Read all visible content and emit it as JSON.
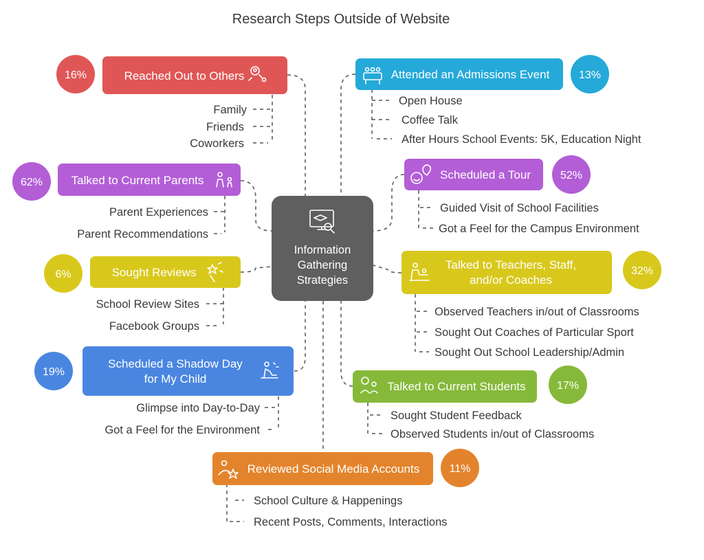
{
  "title": "Research Steps Outside of Website",
  "center": {
    "lines": [
      "Information",
      "Gathering",
      "Strategies"
    ],
    "color": "#5f5f5f"
  },
  "branches": [
    {
      "id": "reached-out",
      "label_lines": [
        "Reached Out to Others"
      ],
      "percent": "16%",
      "color": "#e05656",
      "icon": "person-network-icon",
      "items": [
        "Family",
        "Friends",
        "Coworkers"
      ]
    },
    {
      "id": "current-parents",
      "label_lines": [
        "Talked to Current Parents"
      ],
      "percent": "62%",
      "color": "#b35ed6",
      "icon": "parent-child-icon",
      "items": [
        "Parent Experiences",
        "Parent Recommendations"
      ]
    },
    {
      "id": "reviews",
      "label_lines": [
        "Sought Reviews"
      ],
      "percent": "6%",
      "color": "#d9c81c",
      "icon": "star-review-icon",
      "items": [
        "School Review Sites",
        "Facebook Groups"
      ]
    },
    {
      "id": "shadow-day",
      "label_lines": [
        "Scheduled a Shadow Day",
        "for My Child"
      ],
      "percent": "19%",
      "color": "#4a86e0",
      "icon": "child-desk-icon",
      "items": [
        "Glimpse into Day-to-Day",
        "Got a Feel for the Environment"
      ]
    },
    {
      "id": "social-media",
      "label_lines": [
        "Reviewed Social Media Accounts"
      ],
      "percent": "11%",
      "color": "#e3842c",
      "icon": "people-star-icon",
      "items": [
        "School Culture & Happenings",
        "Recent Posts, Comments, Interactions"
      ]
    },
    {
      "id": "admissions-event",
      "label_lines": [
        "Attended an Admissions Event"
      ],
      "percent": "13%",
      "color": "#25a9d8",
      "icon": "audience-icon",
      "items": [
        "Open House",
        "Coffee Talk",
        "After Hours School Events: 5K, Education Night"
      ]
    },
    {
      "id": "tour",
      "label_lines": [
        "Scheduled a Tour"
      ],
      "percent": "52%",
      "color": "#b35ed6",
      "icon": "location-smile-icon",
      "items": [
        "Guided Visit of School Facilities",
        "Got a Feel for the Campus Environment"
      ]
    },
    {
      "id": "teachers",
      "label_lines": [
        "Talked to Teachers, Staff,",
        "and/or Coaches"
      ],
      "percent": "32%",
      "color": "#d9c81c",
      "icon": "teacher-desk-icon",
      "items": [
        "Observed Teachers in/out of Classrooms",
        "Sought Out Coaches of Particular Sport",
        "Sought Out School Leadership/Admin"
      ]
    },
    {
      "id": "students",
      "label_lines": [
        "Talked to Current Students"
      ],
      "percent": "17%",
      "color": "#86b93a",
      "icon": "students-chat-icon",
      "items": [
        "Sought Student Feedback",
        "Observed Students in/out of Classrooms"
      ]
    }
  ]
}
